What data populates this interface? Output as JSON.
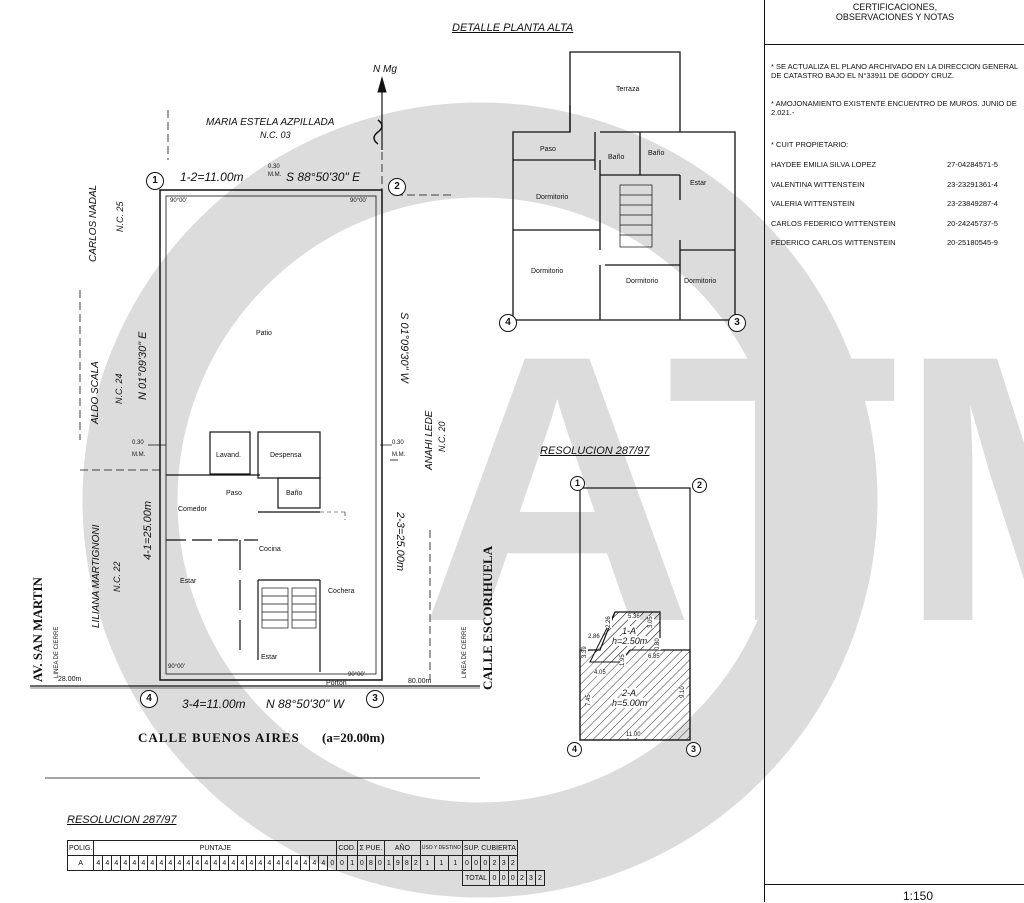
{
  "watermark": "ATM",
  "north": "N Mg",
  "main_plan": {
    "neighbor_north": "MARIA ESTELA AZPILLADA",
    "nc_north": "N.C. 03",
    "neighbor_west_top": "CARLOS NADAL",
    "nc_west_top": "N.C. 25",
    "neighbor_west_mid": "ALDO SCALA",
    "nc_west_mid": "N.C. 24",
    "neighbor_west_low": "LILIANA MARTIGNONI",
    "nc_west_low": "N.C. 22",
    "neighbor_east": "ANAHI LEDE",
    "nc_east": "N.C. 20",
    "side_12": "1-2=11.00m",
    "bearing_12": "S 88°50'30\" E",
    "side_34": "3-4=11.00m",
    "bearing_34": "N 88°50'30\" W",
    "side_41": "4-1=25.00m",
    "bearing_41": "N 01°09'30\" E",
    "side_23": "2-3=25.00m",
    "bearing_23": "S 01°09'30\" W",
    "mm_small": "0.30",
    "mm_label": "M.M.",
    "mm_left_val": "0.30",
    "mm_left": "M.M.",
    "mm_right_val": "0.30",
    "mm_right": "M.M.",
    "angle_label": "90°00'",
    "street_south": "CALLE BUENOS AIRES",
    "street_width": "(a=20.00m)",
    "street_west": "AV. SAN MARTIN",
    "street_east": "CALLE ESCORIHUELA",
    "linea_cierre": "LINEA DE CIERRE",
    "dist_west": "28.00m",
    "dist_east": "80.00m",
    "rooms": {
      "patio": "Patio",
      "lavand": "Lavand.",
      "despensa": "Despensa",
      "paso": "Paso",
      "bano": "Baño",
      "comedor": "Comedor",
      "cocina": "Cocina",
      "estar": "Estar",
      "cochera": "Cochera",
      "estar2": "Estar",
      "porton": "Porton"
    },
    "points": [
      "1",
      "2",
      "3",
      "4"
    ]
  },
  "detalle": {
    "title": "DETALLE PLANTA ALTA",
    "rooms": {
      "terraza": "Terraza",
      "paso": "Paso",
      "bano1": "Baño",
      "bano2": "Baño",
      "estar": "Estar",
      "dorm1": "Dormitorio",
      "dorm2": "Dormitorio",
      "dorm3": "Dormitorio",
      "dorm4": "Dormitorio"
    }
  },
  "resolucion_small": {
    "title": "RESOLUCION 287/97",
    "label_1a": "1-A",
    "h_1a": "h=2.50m",
    "label_2a": "2-A",
    "h_2a": "h=5.00m",
    "dims": [
      "5.36",
      "2.26",
      "3.05",
      "0.80",
      "2.86",
      "3.39",
      "1.95",
      "6.85",
      "4.05",
      "7.45",
      "9.10",
      "11.00"
    ]
  },
  "resolucion_table": {
    "title": "RESOLUCION 287/97",
    "headers": {
      "polig": "POLIG.",
      "puntaje": "PUNTAJE",
      "cod": "COD.",
      "pue": "Σ PUE.",
      "anio": "AÑO",
      "uso": "USO Y DESTINO",
      "sup": "SUP. CUBIERTA"
    },
    "polig": "A",
    "puntaje_digits": [
      "4",
      "4",
      "4",
      "4",
      "4",
      "4",
      "4",
      "4",
      "4",
      "4",
      "4",
      "4",
      "4",
      "4",
      "4",
      "4",
      "4",
      "4",
      "4",
      "4",
      "4",
      "4",
      "4",
      "4",
      "4",
      "4",
      "0"
    ],
    "cod_digits": [
      "0",
      "1"
    ],
    "pue_digits": [
      "0",
      "8",
      "0"
    ],
    "anio_digits": [
      "1",
      "9",
      "8",
      "2"
    ],
    "uso_digits": [
      "1",
      "1",
      "1"
    ],
    "sup_digits": [
      "0",
      "0",
      "0",
      "2",
      "3",
      "2"
    ],
    "total_label": "TOTAL",
    "total_digits": [
      "0",
      "0",
      "0",
      "2",
      "3",
      "2"
    ]
  },
  "panel": {
    "header_line1": "CERTIFICACIONES,",
    "header_line2": "OBSERVACIONES Y NOTAS",
    "note1": "* SE ACTUALIZA EL PLANO ARCHIVADO EN LA DIRECCION GENERAL DE CATASTRO BAJO EL N°33911 DE GODOY CRUZ.",
    "note2": "* AMOJONAMIENTO EXISTENTE ENCUENTRO DE MUROS. JUNIO DE 2.021.-",
    "note3": "* CUIT PROPIETARIO:",
    "owners": [
      {
        "name": "HAYDEE EMILIA SILVA LOPEZ",
        "cuit": "27-04284571-5"
      },
      {
        "name": "VALENTINA WITTENSTEIN",
        "cuit": "23-23291361-4"
      },
      {
        "name": "VALERIA WITTENSTEIN",
        "cuit": "23-23849287-4"
      },
      {
        "name": "CARLOS FEDERICO WITTENSTEIN",
        "cuit": "20-24245737-5"
      },
      {
        "name": "FEDERICO CARLOS WITTENSTEIN",
        "cuit": "20-25180545-9"
      }
    ],
    "scale": "1:150"
  },
  "colors": {
    "ink": "#111111",
    "watermark": "#d9d9d9"
  }
}
